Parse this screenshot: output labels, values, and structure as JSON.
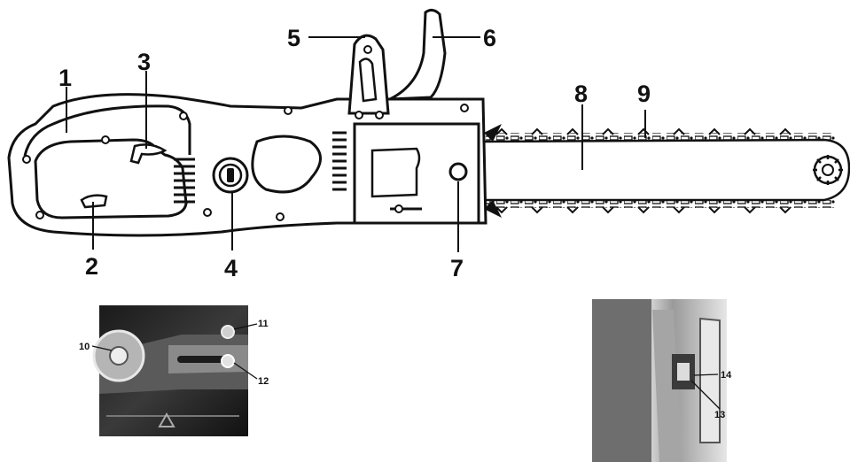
{
  "colors": {
    "ink": "#111111",
    "body_fill": "#ffffff",
    "photo_dark": "#2a2a2a",
    "photo_light": "#d9d9d9"
  },
  "labels": {
    "l1": "1",
    "l2": "2",
    "l3": "3",
    "l4": "4",
    "l5": "5",
    "l6": "6",
    "l7": "7",
    "l8": "8",
    "l9": "9",
    "l10": "10",
    "l11": "11",
    "l12": "12",
    "l13": "13",
    "l14": "14"
  }
}
